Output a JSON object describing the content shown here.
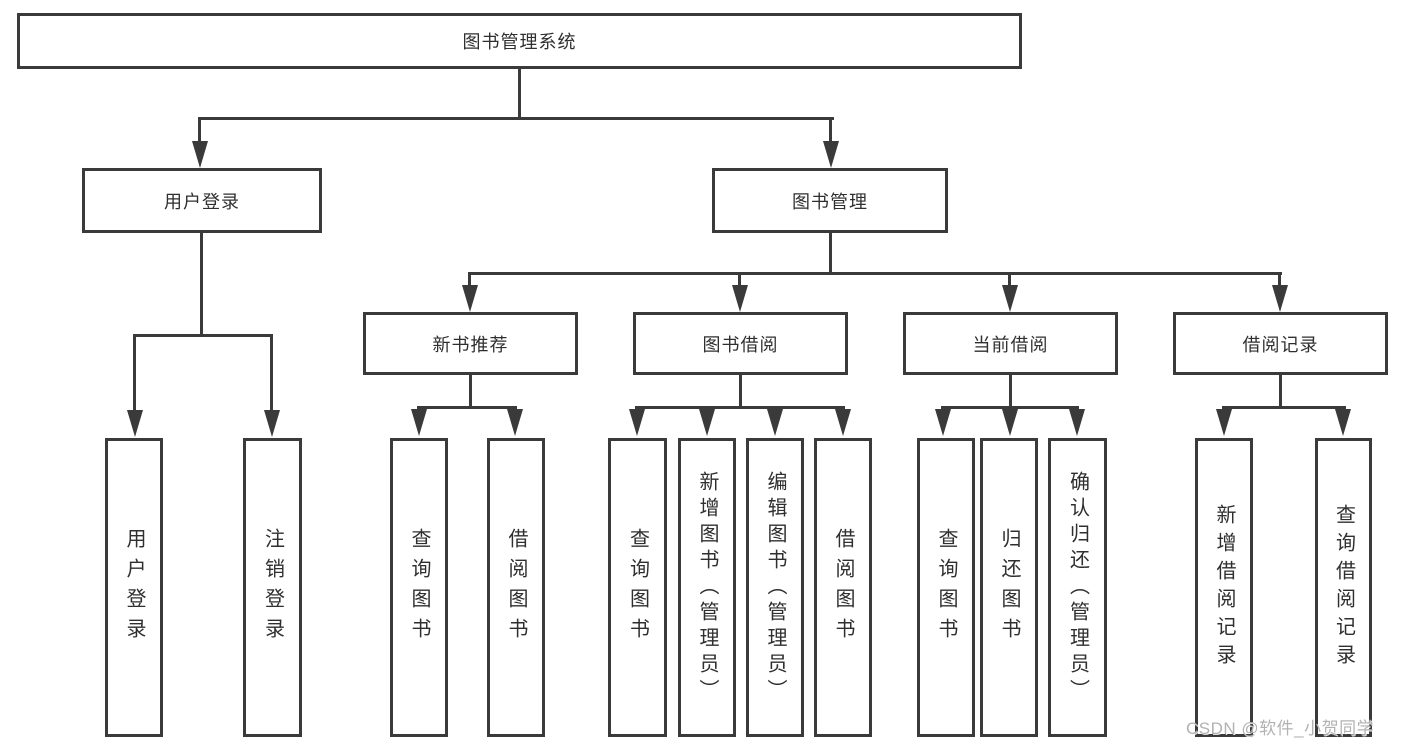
{
  "watermark": "CSDN @软件_小贺同学",
  "colors": {
    "line": "#3a3a3a",
    "text": "#2f2f2f",
    "watermark": "#b2b2b2",
    "background": "#ffffff"
  },
  "tree": {
    "root": {
      "label": "图书管理系统"
    },
    "branches": [
      {
        "label": "用户登录",
        "children": [
          {
            "label": "用户登录"
          },
          {
            "label": "注销登录"
          }
        ]
      },
      {
        "label": "图书管理",
        "children": [
          {
            "label": "新书推荐",
            "children": [
              {
                "label": "查询图书"
              },
              {
                "label": "借阅图书"
              }
            ]
          },
          {
            "label": "图书借阅",
            "children": [
              {
                "label": "查询图书"
              },
              {
                "label": "新增图书（管理员）"
              },
              {
                "label": "编辑图书（管理员）"
              },
              {
                "label": "借阅图书"
              }
            ]
          },
          {
            "label": "当前借阅",
            "children": [
              {
                "label": "查询图书"
              },
              {
                "label": "归还图书"
              },
              {
                "label": "确认归还（管理员）"
              }
            ]
          },
          {
            "label": "借阅记录",
            "children": [
              {
                "label": "新增借阅记录"
              },
              {
                "label": "查询借阅记录"
              }
            ]
          }
        ]
      }
    ]
  }
}
